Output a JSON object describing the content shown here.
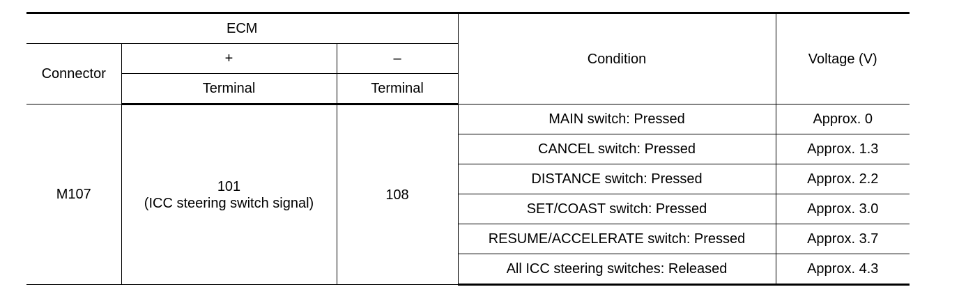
{
  "header": {
    "ecm": "ECM",
    "connector": "Connector",
    "plus": "+",
    "minus": "–",
    "terminal_plus": "Terminal",
    "terminal_minus": "Terminal",
    "condition": "Condition",
    "voltage": "Voltage (V)"
  },
  "body": {
    "connector": "M107",
    "plus_terminal": "101",
    "plus_signal": "(ICC steering switch signal)",
    "minus_terminal": "108",
    "rows": [
      {
        "condition": "MAIN switch: Pressed",
        "voltage": "Approx. 0"
      },
      {
        "condition": "CANCEL switch: Pressed",
        "voltage": "Approx. 1.3"
      },
      {
        "condition": "DISTANCE switch: Pressed",
        "voltage": "Approx. 2.2"
      },
      {
        "condition": "SET/COAST switch: Pressed",
        "voltage": "Approx. 3.0"
      },
      {
        "condition": "RESUME/ACCELERATE switch: Pressed",
        "voltage": "Approx. 3.7"
      },
      {
        "condition": "All ICC steering switches: Released",
        "voltage": "Approx. 4.3"
      }
    ]
  }
}
